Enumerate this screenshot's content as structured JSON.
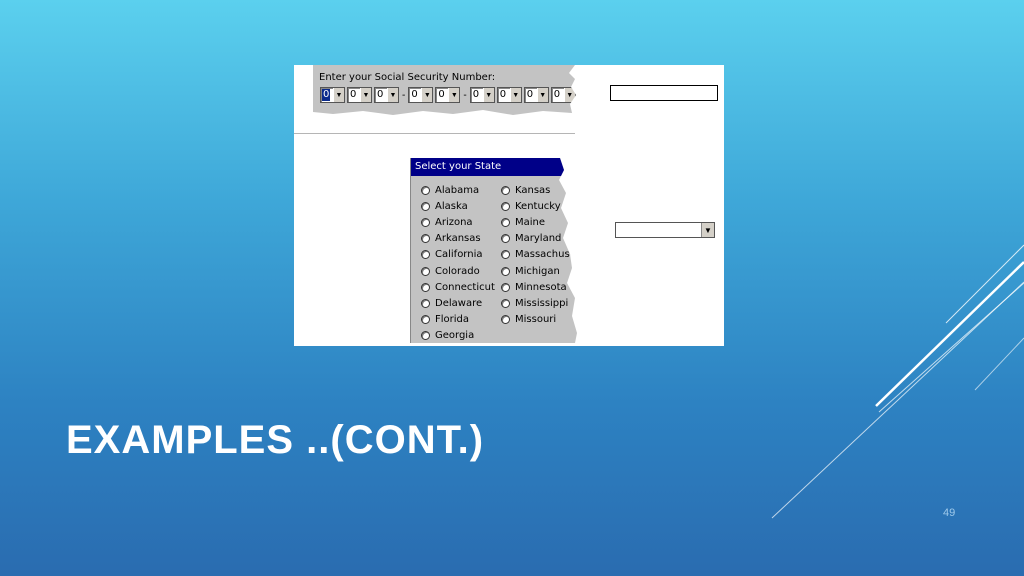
{
  "slide": {
    "title": "EXAMPLES ..(CONT.)",
    "page_number": "49"
  },
  "ssn": {
    "label": "Enter your Social Security Number:",
    "digits": [
      "0",
      "0",
      "0",
      "0",
      "0",
      "0",
      "0",
      "0",
      "0"
    ],
    "separator": "-",
    "arrow_icon": "▼"
  },
  "state": {
    "title": "Select your State",
    "left_options": [
      "Alabama",
      "Alaska",
      "Arizona",
      "Arkansas",
      "California",
      "Colorado",
      "Connecticut",
      "Delaware",
      "Florida",
      "Georgia"
    ],
    "right_options": [
      "Kansas",
      "Kentucky",
      "Maine",
      "Maryland",
      "Massachusetts",
      "Michigan",
      "Minnesota",
      "Mississippi",
      "Missouri"
    ]
  },
  "text_input": {
    "value": ""
  },
  "dropdown": {
    "value": "",
    "arrow_icon": "▼"
  }
}
